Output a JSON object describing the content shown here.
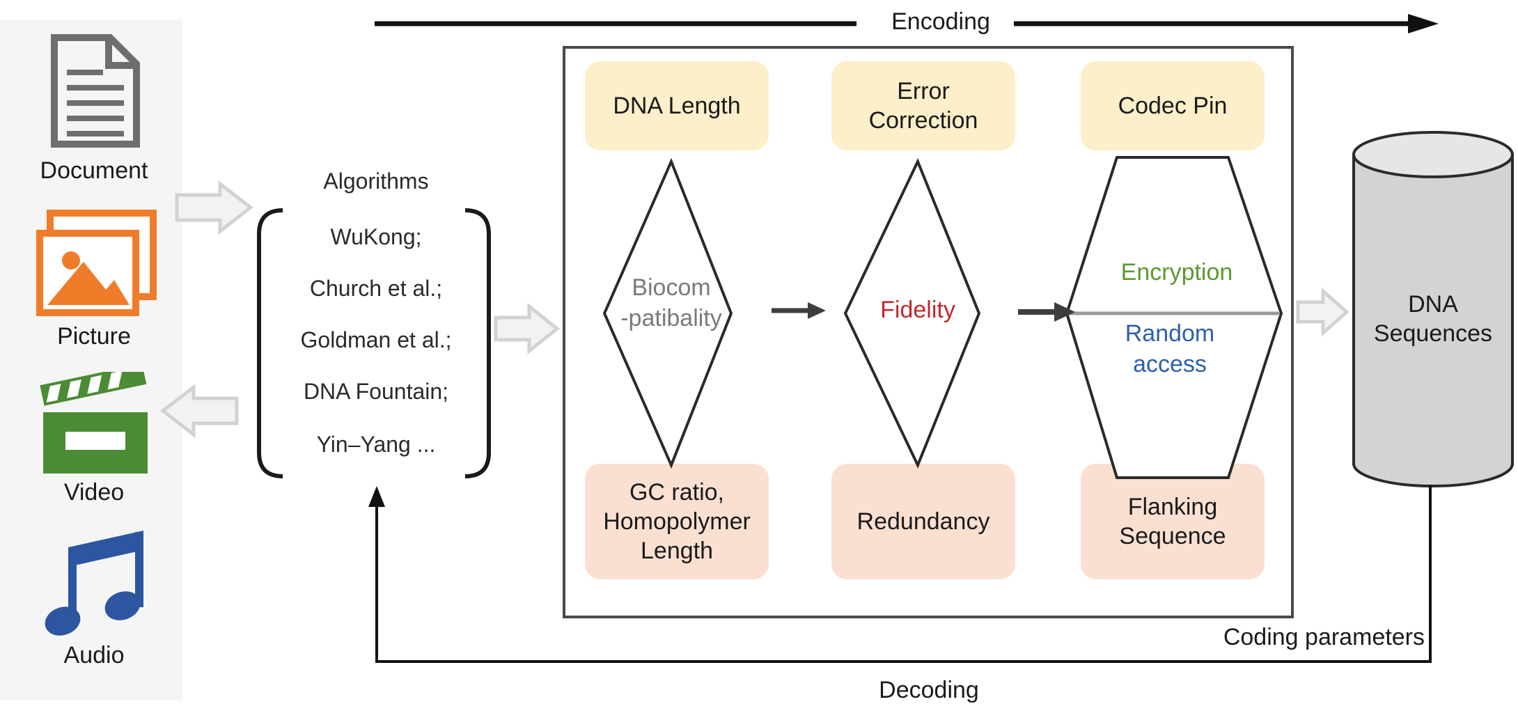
{
  "flow": {
    "encoding_label": "Encoding",
    "decoding_label": "Decoding",
    "coding_parameters_label": "Coding parameters"
  },
  "inputs": [
    {
      "label": "Document",
      "icon": "document-icon",
      "color": "#6e6e6e"
    },
    {
      "label": "Picture",
      "icon": "picture-icon",
      "color": "#f07c2a"
    },
    {
      "label": "Video",
      "icon": "video-clapper-icon",
      "color": "#4c8b35"
    },
    {
      "label": "Audio",
      "icon": "music-note-icon",
      "color": "#2c56a0"
    }
  ],
  "algorithms": {
    "title": "Algorithms",
    "items": [
      "WuKong;",
      "Church et al.;",
      "Goldman et al.;",
      "DNA Fountain;",
      "Yin–Yang ..."
    ]
  },
  "parameters": {
    "top": [
      "DNA Length",
      "Error\nCorrection",
      "Codec Pin"
    ],
    "bottom": [
      "GC ratio,\nHomopolymer\nLength",
      "Redundancy",
      "Flanking\nSequence"
    ],
    "diamond1": {
      "line1": "Biocom",
      "line2": "-patibality",
      "color": "#7a7a7a"
    },
    "diamond2": {
      "label": "Fidelity",
      "color": "#c0282d"
    },
    "hexagon": {
      "top_label": "Encryption",
      "top_color": "#5b9a32",
      "bottom_line1": "Random",
      "bottom_line2": "access",
      "bottom_color": "#2f5fa8"
    }
  },
  "output": {
    "line1": "DNA",
    "line2": "Sequences"
  },
  "colors": {
    "top_card": "#fcefc9",
    "bottom_card": "#fbe0d2",
    "hollow_arrow": "#d6d6d6",
    "cylinder": "#d3d3d3"
  }
}
